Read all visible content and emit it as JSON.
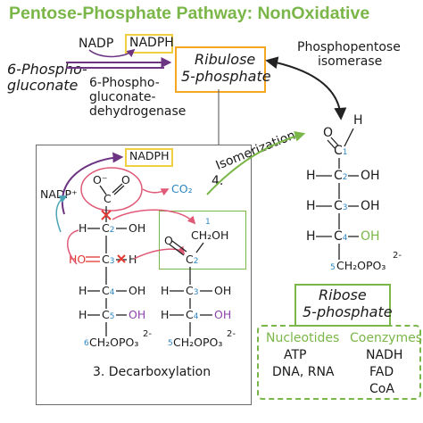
{
  "title": "Pentose-Phosphate Pathway: NonOxidative",
  "top": {
    "nadp": "NADP",
    "nadph": "NADPH",
    "substrate_line1": "6-Phospho-",
    "substrate_line2": "gluconate",
    "enzyme_line1": "6-Phospho-",
    "enzyme_line2": "gluconate-",
    "enzyme_line3": "dehydrogenase",
    "product_line1": "Ribulose",
    "product_line2": "5-phosphate",
    "isomerase_line1": "Phosphopentose",
    "isomerase_line2": "isomerase"
  },
  "mechanism": {
    "nadph": "NADPH",
    "nadp_plus": "NADP⁺",
    "co2": "CO₂",
    "o_minus": "O⁻",
    "o_carboxyl": "O",
    "c_carboxyl": "C",
    "isomerization": "Isomerization",
    "step4": "4.",
    "step3": "3. Decarboxylation",
    "left_chain": {
      "c2_h": "H",
      "c2": "C",
      "c2_sub": "2",
      "c2_oh": "OH",
      "c3_ho": "HO",
      "c3": "C",
      "c3_sub": "3",
      "c3_h": "H",
      "c4_h": "H",
      "c4": "C",
      "c4_sub": "4",
      "c4_oh": "OH",
      "c5_h": "H",
      "c5": "C",
      "c5_sub": "5",
      "c5_oh": "OH",
      "c6_sub": "6",
      "c6_group": "CH₂OPO₃",
      "charge": "2-"
    },
    "right_chain": {
      "c1_sub": "1",
      "c1_group": "CH₂OH",
      "c2_o": "O",
      "c2": "C",
      "c2_sub": "2",
      "c3_h": "H",
      "c3": "C",
      "c3_sub": "3",
      "c3_oh": "OH",
      "c4_h": "H",
      "c4": "C",
      "c4_sub": "4",
      "c4_oh": "OH",
      "c5_group": "CH₂OPO₃",
      "c5_sub": "5",
      "charge": "2-"
    }
  },
  "ribose": {
    "o": "O",
    "h_top": "H",
    "c1": "C",
    "c1_sub": "1",
    "rows": [
      {
        "h": "H",
        "c": "C",
        "sub": "2",
        "oh": "OH"
      },
      {
        "h": "H",
        "c": "C",
        "sub": "3",
        "oh": "OH"
      },
      {
        "h": "H",
        "c": "C",
        "sub": "4",
        "oh": "OH"
      }
    ],
    "c5_sub": "5",
    "c5_group": "CH₂OPO₃",
    "charge": "2-",
    "label_line1": "Ribose",
    "label_line2": "5-phosphate"
  },
  "cofactors": {
    "nucleotides_header": "Nucleotides",
    "nucleotides": [
      "ATP",
      "DNA, RNA"
    ],
    "coenzymes_header": "Coenzymes",
    "coenzymes": [
      "NADH",
      "FAD",
      "CoA"
    ]
  },
  "colors": {
    "title_green": "#7ab648",
    "carbon_blue": "#2e86c1",
    "hydroxyl_purple": "#8e44ad",
    "arrow_red": "#e53935",
    "arrow_pink": "#e05a78",
    "box_orange": "#f5a623",
    "box_yellow": "#f0d040",
    "arrow_dark_purple": "#6c3483",
    "arrow_teal": "#4aa3b5"
  }
}
